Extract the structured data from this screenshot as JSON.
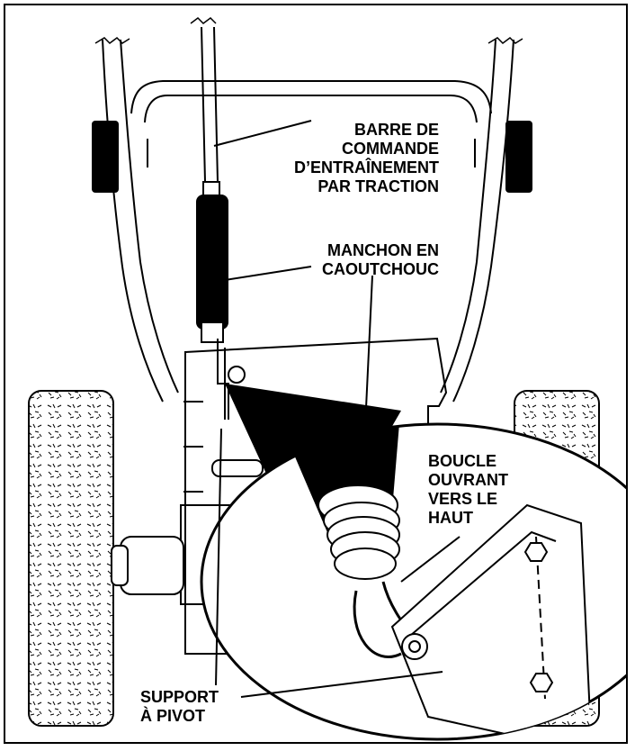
{
  "labels": {
    "drive_bar": [
      "BARRE DE",
      "COMMANDE",
      "D’ENTRAÎNEMENT",
      "PAR TRACTION"
    ],
    "rubber_sleeve": [
      "MANCHON EN",
      "CAOUTCHOUC"
    ],
    "loop_open_up": [
      "BOUCLE",
      "OUVRANT",
      "VERS LE",
      "HAUT"
    ],
    "pivot_support": [
      "SUPPORT",
      "À PIVOT"
    ]
  },
  "colors": {
    "ink": "#000000",
    "paper": "#ffffff"
  }
}
